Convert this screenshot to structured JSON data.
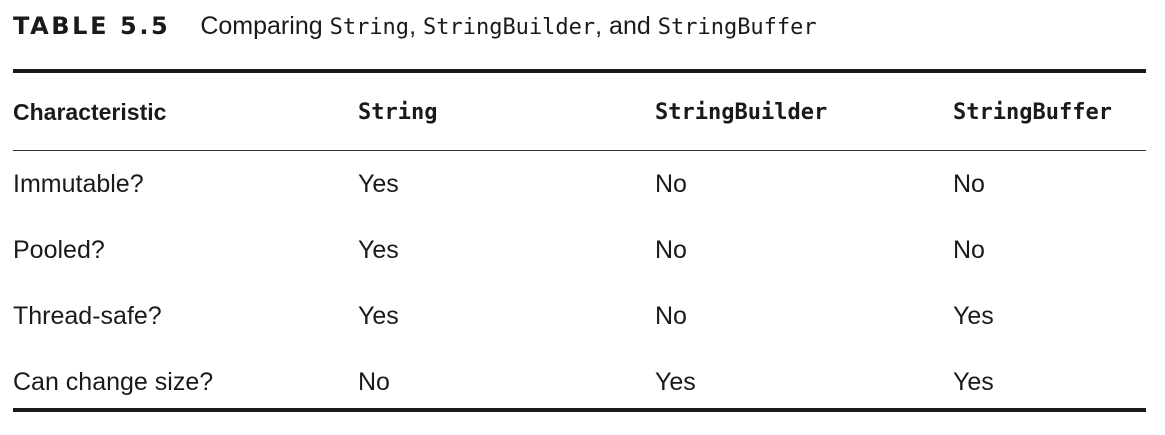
{
  "table": {
    "label": "TABLE 5.5",
    "caption_parts": [
      {
        "text": "Comparing ",
        "mono": false
      },
      {
        "text": "String",
        "mono": true
      },
      {
        "text": ", ",
        "mono": false
      },
      {
        "text": "StringBuilder",
        "mono": true
      },
      {
        "text": ", and ",
        "mono": false
      },
      {
        "text": "StringBuffer",
        "mono": true
      }
    ],
    "headers": [
      "Characteristic",
      "String",
      "StringBuilder",
      "StringBuffer"
    ],
    "rows": [
      [
        "Immutable?",
        "Yes",
        "No",
        "No"
      ],
      [
        "Pooled?",
        "Yes",
        "No",
        "No"
      ],
      [
        "Thread-safe?",
        "Yes",
        "No",
        "Yes"
      ],
      [
        "Can change size?",
        "No",
        "Yes",
        "Yes"
      ]
    ]
  }
}
